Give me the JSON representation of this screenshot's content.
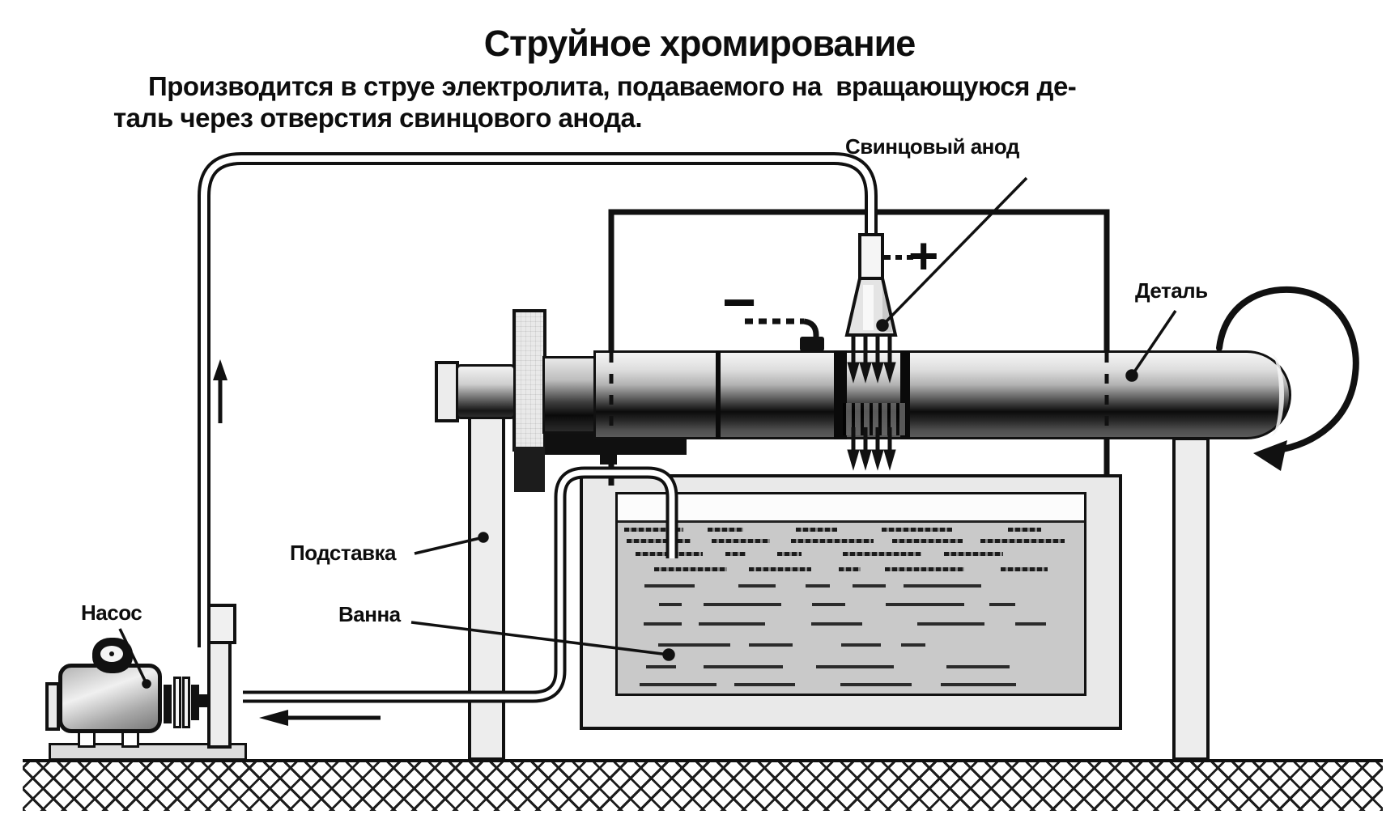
{
  "page": {
    "title": "Струйное хромирование"
  },
  "description": {
    "line1": "Производится в струе электролита, подаваемого на  вращающуюся де-",
    "line2": "таль через отверстия свинцового анода."
  },
  "labels": {
    "anode": "Свинцовый анод",
    "part": "Деталь",
    "stand": "Подставка",
    "bath": "Ванна",
    "pump": "Насос"
  },
  "symbols": {
    "plus": "+",
    "minus": "−"
  },
  "colors": {
    "line": "#111111",
    "metal_light": "#f2f2f2",
    "metal_dark": "#0c0c0c",
    "bath_wall": "#e9e9e9",
    "electrolyte": "#c9c9c9",
    "background": "#ffffff"
  }
}
